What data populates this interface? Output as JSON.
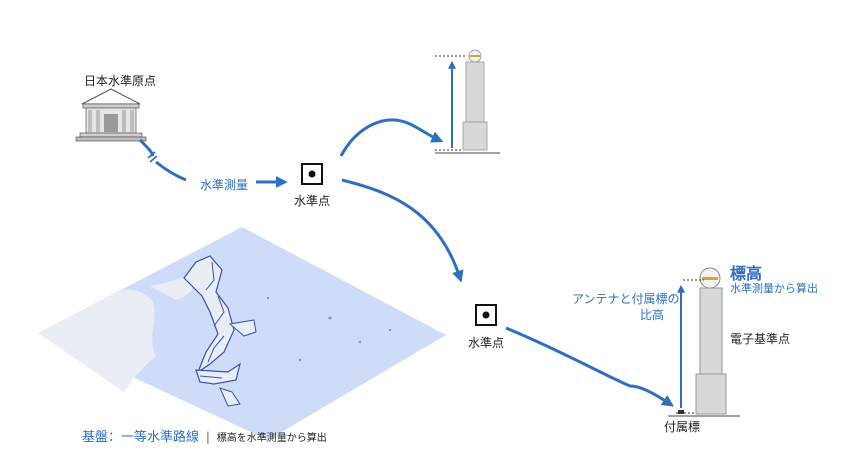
{
  "origin": {
    "label": "日本水準原点"
  },
  "leveling": {
    "label": "水準測量"
  },
  "benchmark_1": {
    "label": "水準点"
  },
  "benchmark_2": {
    "label": "水準点"
  },
  "gnss_station": {
    "label": "電子基準点"
  },
  "attached_mark": {
    "label": "付属標"
  },
  "elevation": {
    "title": "標高",
    "note": "水準測量から算出"
  },
  "antenna_height": {
    "line1": "アンテナと付属標の",
    "line2": "比高"
  },
  "basis": {
    "title": "基盤：一等水準路線",
    "separator": "|",
    "note": "標高を水準測量から算出"
  },
  "colors": {
    "accent": "#2f6fc0",
    "map_sea": "#cfdcf7",
    "map_land": "#e9edf4",
    "route": "#3552b5",
    "pillar": "#d8d8d8"
  }
}
